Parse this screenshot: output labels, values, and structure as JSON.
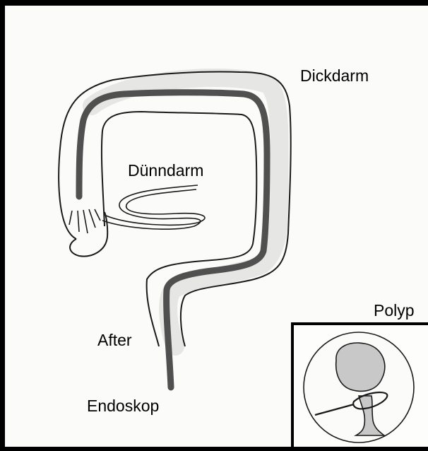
{
  "labels": {
    "large_intestine": "Dickdarm",
    "small_intestine": "Dünndarm",
    "anus": "After",
    "endoscope": "Endoskop",
    "polyp": "Polyp"
  },
  "colors": {
    "outline": "#1a1a1a",
    "endoscope": "#505050",
    "polyp_fill": "#c8c8c8",
    "frame": "#000000"
  }
}
